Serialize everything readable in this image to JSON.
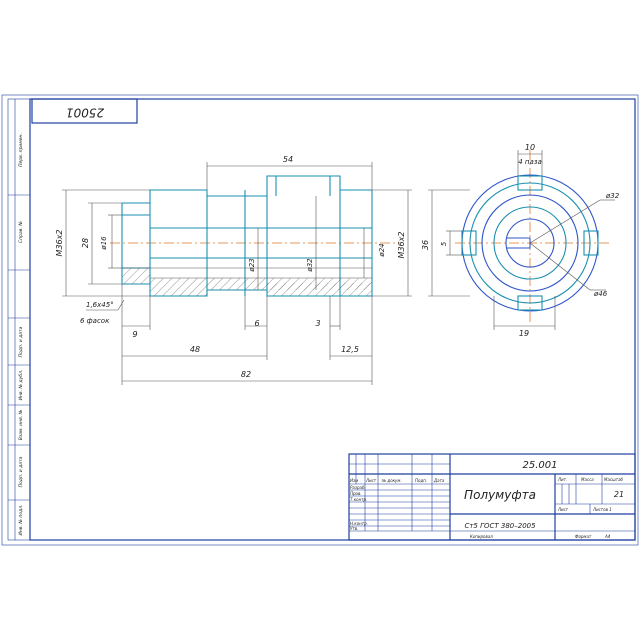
{
  "stamp": {
    "top_code": "25001"
  },
  "side_labels": [
    "Перв. примен.",
    "Справ. №",
    "Подп. и дата",
    "Инв. № дубл.",
    "Взам. инв. №",
    "Подп. и дата",
    "Инв. № подл."
  ],
  "dims": {
    "len_54": "54",
    "len_48": "48",
    "len_82": "82",
    "len_9": "9",
    "len_6": "6",
    "len_3": "3",
    "len_12_5": "12,5",
    "len_10": "10",
    "len_19": "19",
    "slot_4": "4 паза",
    "d_m36": "M36х2",
    "d_m36_r": "M36х2",
    "d_28": "28",
    "d_16": "ø16",
    "d_23": "ø23",
    "d_32": "ø32",
    "d_24": "ø24",
    "d_36": "36",
    "d_5": "5",
    "d_32_r": "ø32",
    "d_46": "ø46",
    "chamfer": "1,6х45°",
    "chamfer_count": "6 фасок"
  },
  "title_block": {
    "doc_code": "25.001",
    "part_name": "Полумуфта",
    "material": "Ст5 ГОСТ 380–2005",
    "mass": "21",
    "hdr_lit": "Лит.",
    "hdr_mass": "Масса",
    "hdr_scale": "Масштаб",
    "sheet": "Лист",
    "sheets": "Листов 1",
    "rows": [
      "Разраб.",
      "Пров.",
      "Т.контр.",
      "",
      "Н.контр.",
      "Утв."
    ],
    "cols": [
      "Изм",
      "Лист",
      "№ докум.",
      "Подп.",
      "Дата"
    ],
    "copied": "Копировал",
    "format": "Формат",
    "format_val": "А4"
  }
}
